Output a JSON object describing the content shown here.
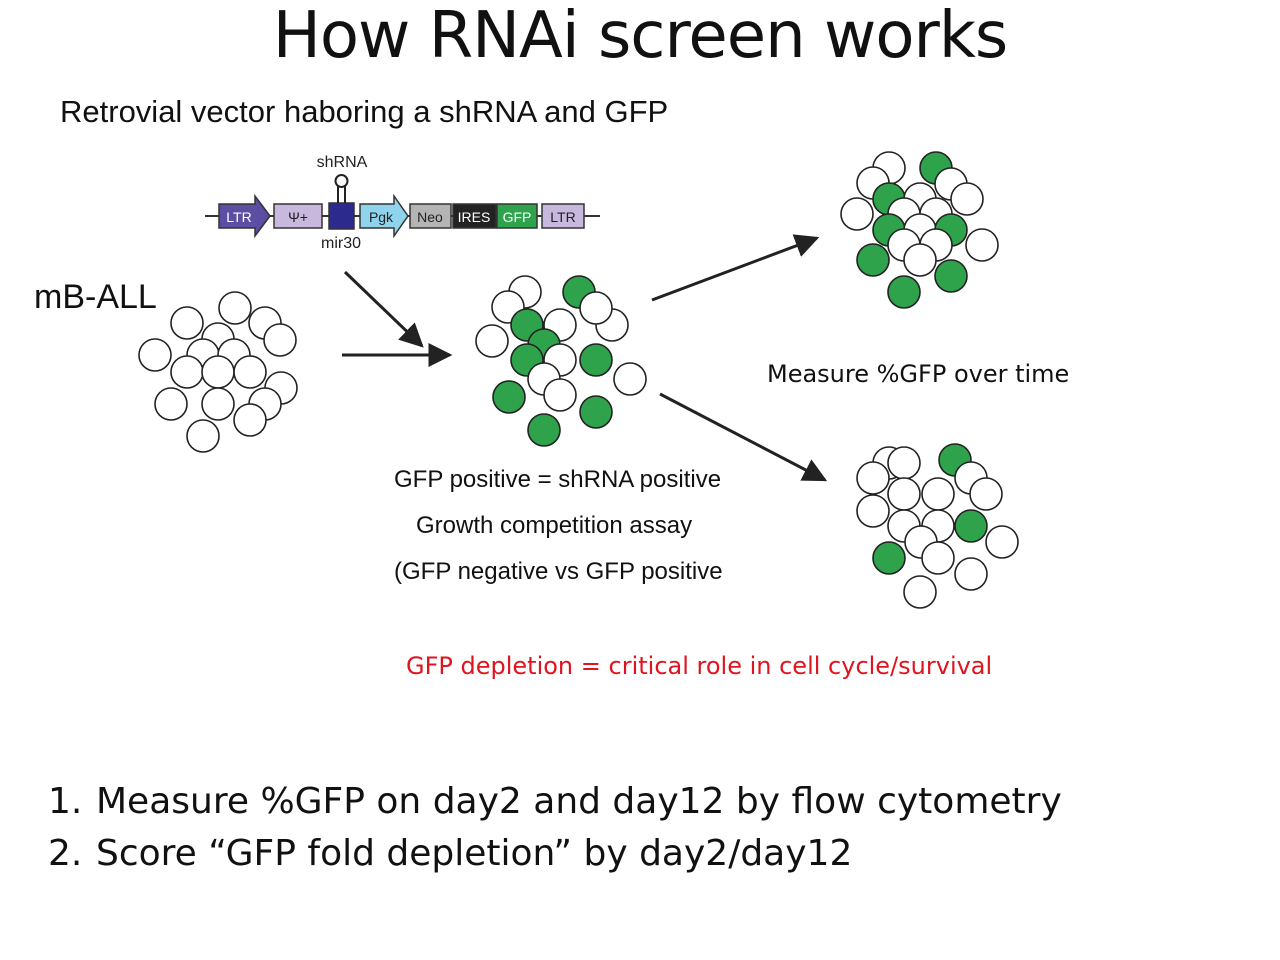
{
  "title": "How RNAi screen works",
  "subtitle": "Retrovial vector haboring a shRNA and GFP",
  "vector": {
    "shrna_label": "shRNA",
    "mir30_label": "mir30",
    "elements": [
      "LTR",
      "Ψ+",
      "Pgk",
      "Neo",
      "IRES",
      "GFP",
      "LTR"
    ]
  },
  "labels": {
    "cell_line": "mB-ALL",
    "measure": "Measure %GFP over time",
    "gfp_positive": "GFP positive = shRNA positive",
    "growth_assay": "Growth competition assay",
    "gfp_compare": "(GFP negative vs GFP positive",
    "depletion": "GFP depletion = critical role in cell cycle/survival"
  },
  "steps": [
    {
      "num": "1.",
      "text": "Measure %GFP on day2 and day12 by flow cytometry"
    },
    {
      "num": "2.",
      "text": "Score “GFP fold depletion” by day2/day12"
    }
  ],
  "colors": {
    "gfp_green": "#2fa24c",
    "ltr_purple": "#5b4ea3",
    "psi_lilac": "#c9b8dd",
    "mir30_navy": "#2c2a8c",
    "pgk_cyan": "#8fd3ec",
    "neo_gray": "#b4b4b4",
    "ires_black": "#222222",
    "depletion_red": "#e0141e"
  }
}
